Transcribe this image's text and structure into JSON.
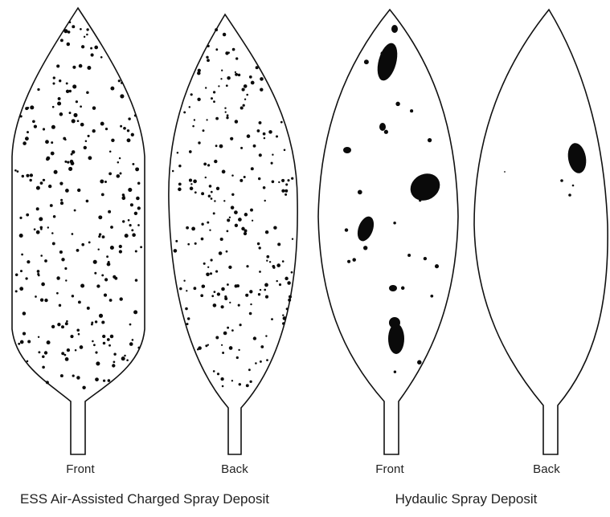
{
  "leaves": [
    {
      "id": "ess-front",
      "label": "Front",
      "deposit": "fine-uniform-dense"
    },
    {
      "id": "ess-back",
      "label": "Back",
      "deposit": "fine-uniform-dense"
    },
    {
      "id": "hyd-front",
      "label": "Front",
      "deposit": "sparse-large-droplets"
    },
    {
      "id": "hyd-back",
      "label": "Back",
      "deposit": "nearly-none"
    }
  ],
  "groups": [
    {
      "id": "ess",
      "caption": "ESS Air-Assisted Charged Spray Deposit"
    },
    {
      "id": "hydraulic",
      "caption": "Hydaulic Spray Deposit"
    }
  ],
  "colors": {
    "outline": "#111111",
    "deposit": "#0a0a0a",
    "background": "#ffffff"
  }
}
